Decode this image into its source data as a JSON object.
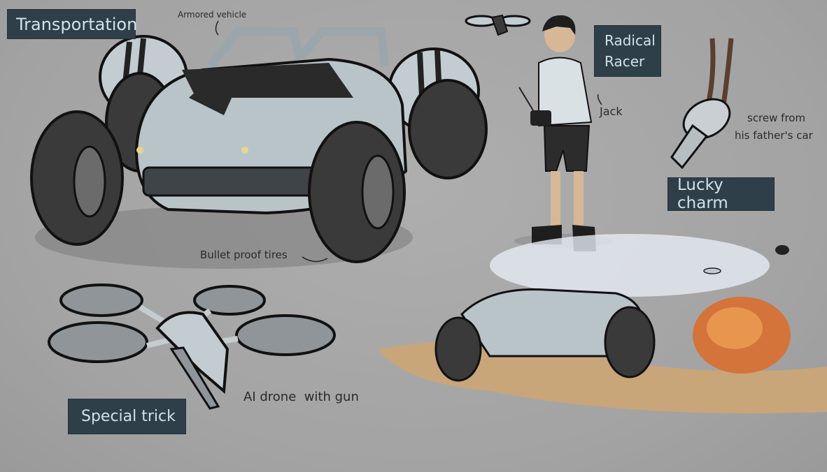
{
  "labels": {
    "transportation": "Transportation",
    "radical_racer_line1": "Radical",
    "radical_racer_line2": "Racer",
    "lucky_charm": "Lucky charm",
    "special_trick": "Special trick"
  },
  "notes": {
    "armored_vehicle": "Armored vehicle",
    "bullet_proof_tires": "Bullet proof tires",
    "jack": "Jack",
    "screw_line1": "screw from",
    "screw_line2": "his father's car",
    "ai_drone": "AI drone  with gun"
  },
  "colors": {
    "background": "#a6a6a6",
    "label_bg": "#2f3f49",
    "label_text": "#cfe3e6",
    "vehicle_body": "#b9c4c9",
    "tire": "#3a3a3a",
    "explosion": "#d4733a",
    "sand": "#c9a57a"
  }
}
